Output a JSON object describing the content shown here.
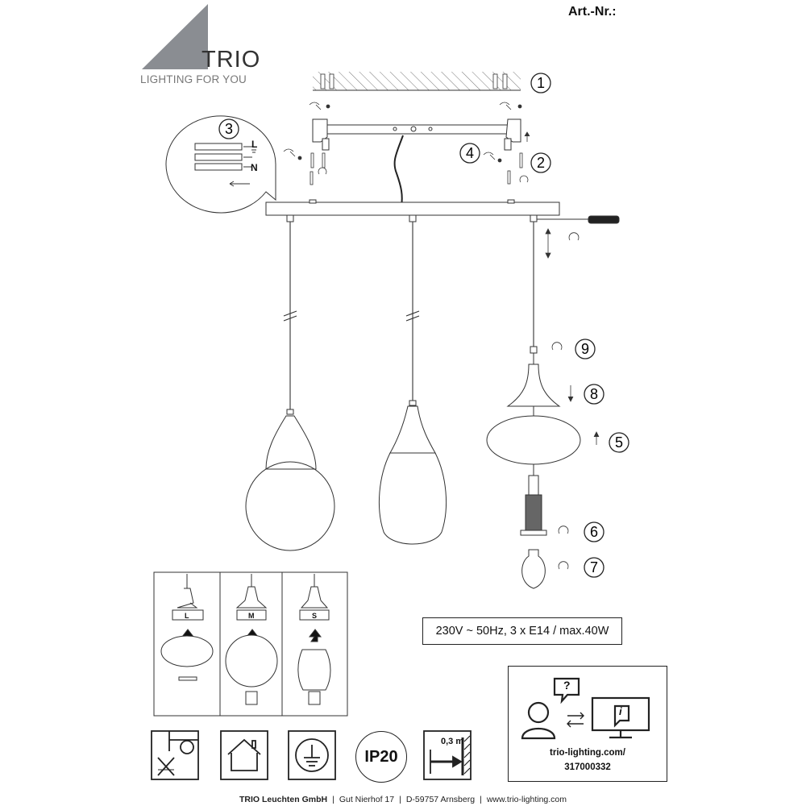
{
  "header": {
    "article_number_label": "Art.-Nr.:"
  },
  "logo": {
    "brand": "TRIO",
    "slogan": "LIGHTING FOR YOU"
  },
  "steps": [
    "1",
    "2",
    "3",
    "4",
    "5",
    "6",
    "7",
    "8",
    "9"
  ],
  "wiring_labels": {
    "live": "L",
    "neutral": "N"
  },
  "shade_sizes": [
    "L",
    "M",
    "S"
  ],
  "specification": "230V ~ 50Hz, 3 x E14 / max.40W",
  "info_box": {
    "url": "trio-lighting.com/",
    "code": "317000332"
  },
  "symbols": {
    "ip_rating": "IP20",
    "distance": "0,3 m"
  },
  "footer": {
    "company": "TRIO Leuchten GmbH",
    "street": "Gut Nierhof 17",
    "city": "D-59757 Arnsberg",
    "website": "www.trio-lighting.com"
  }
}
